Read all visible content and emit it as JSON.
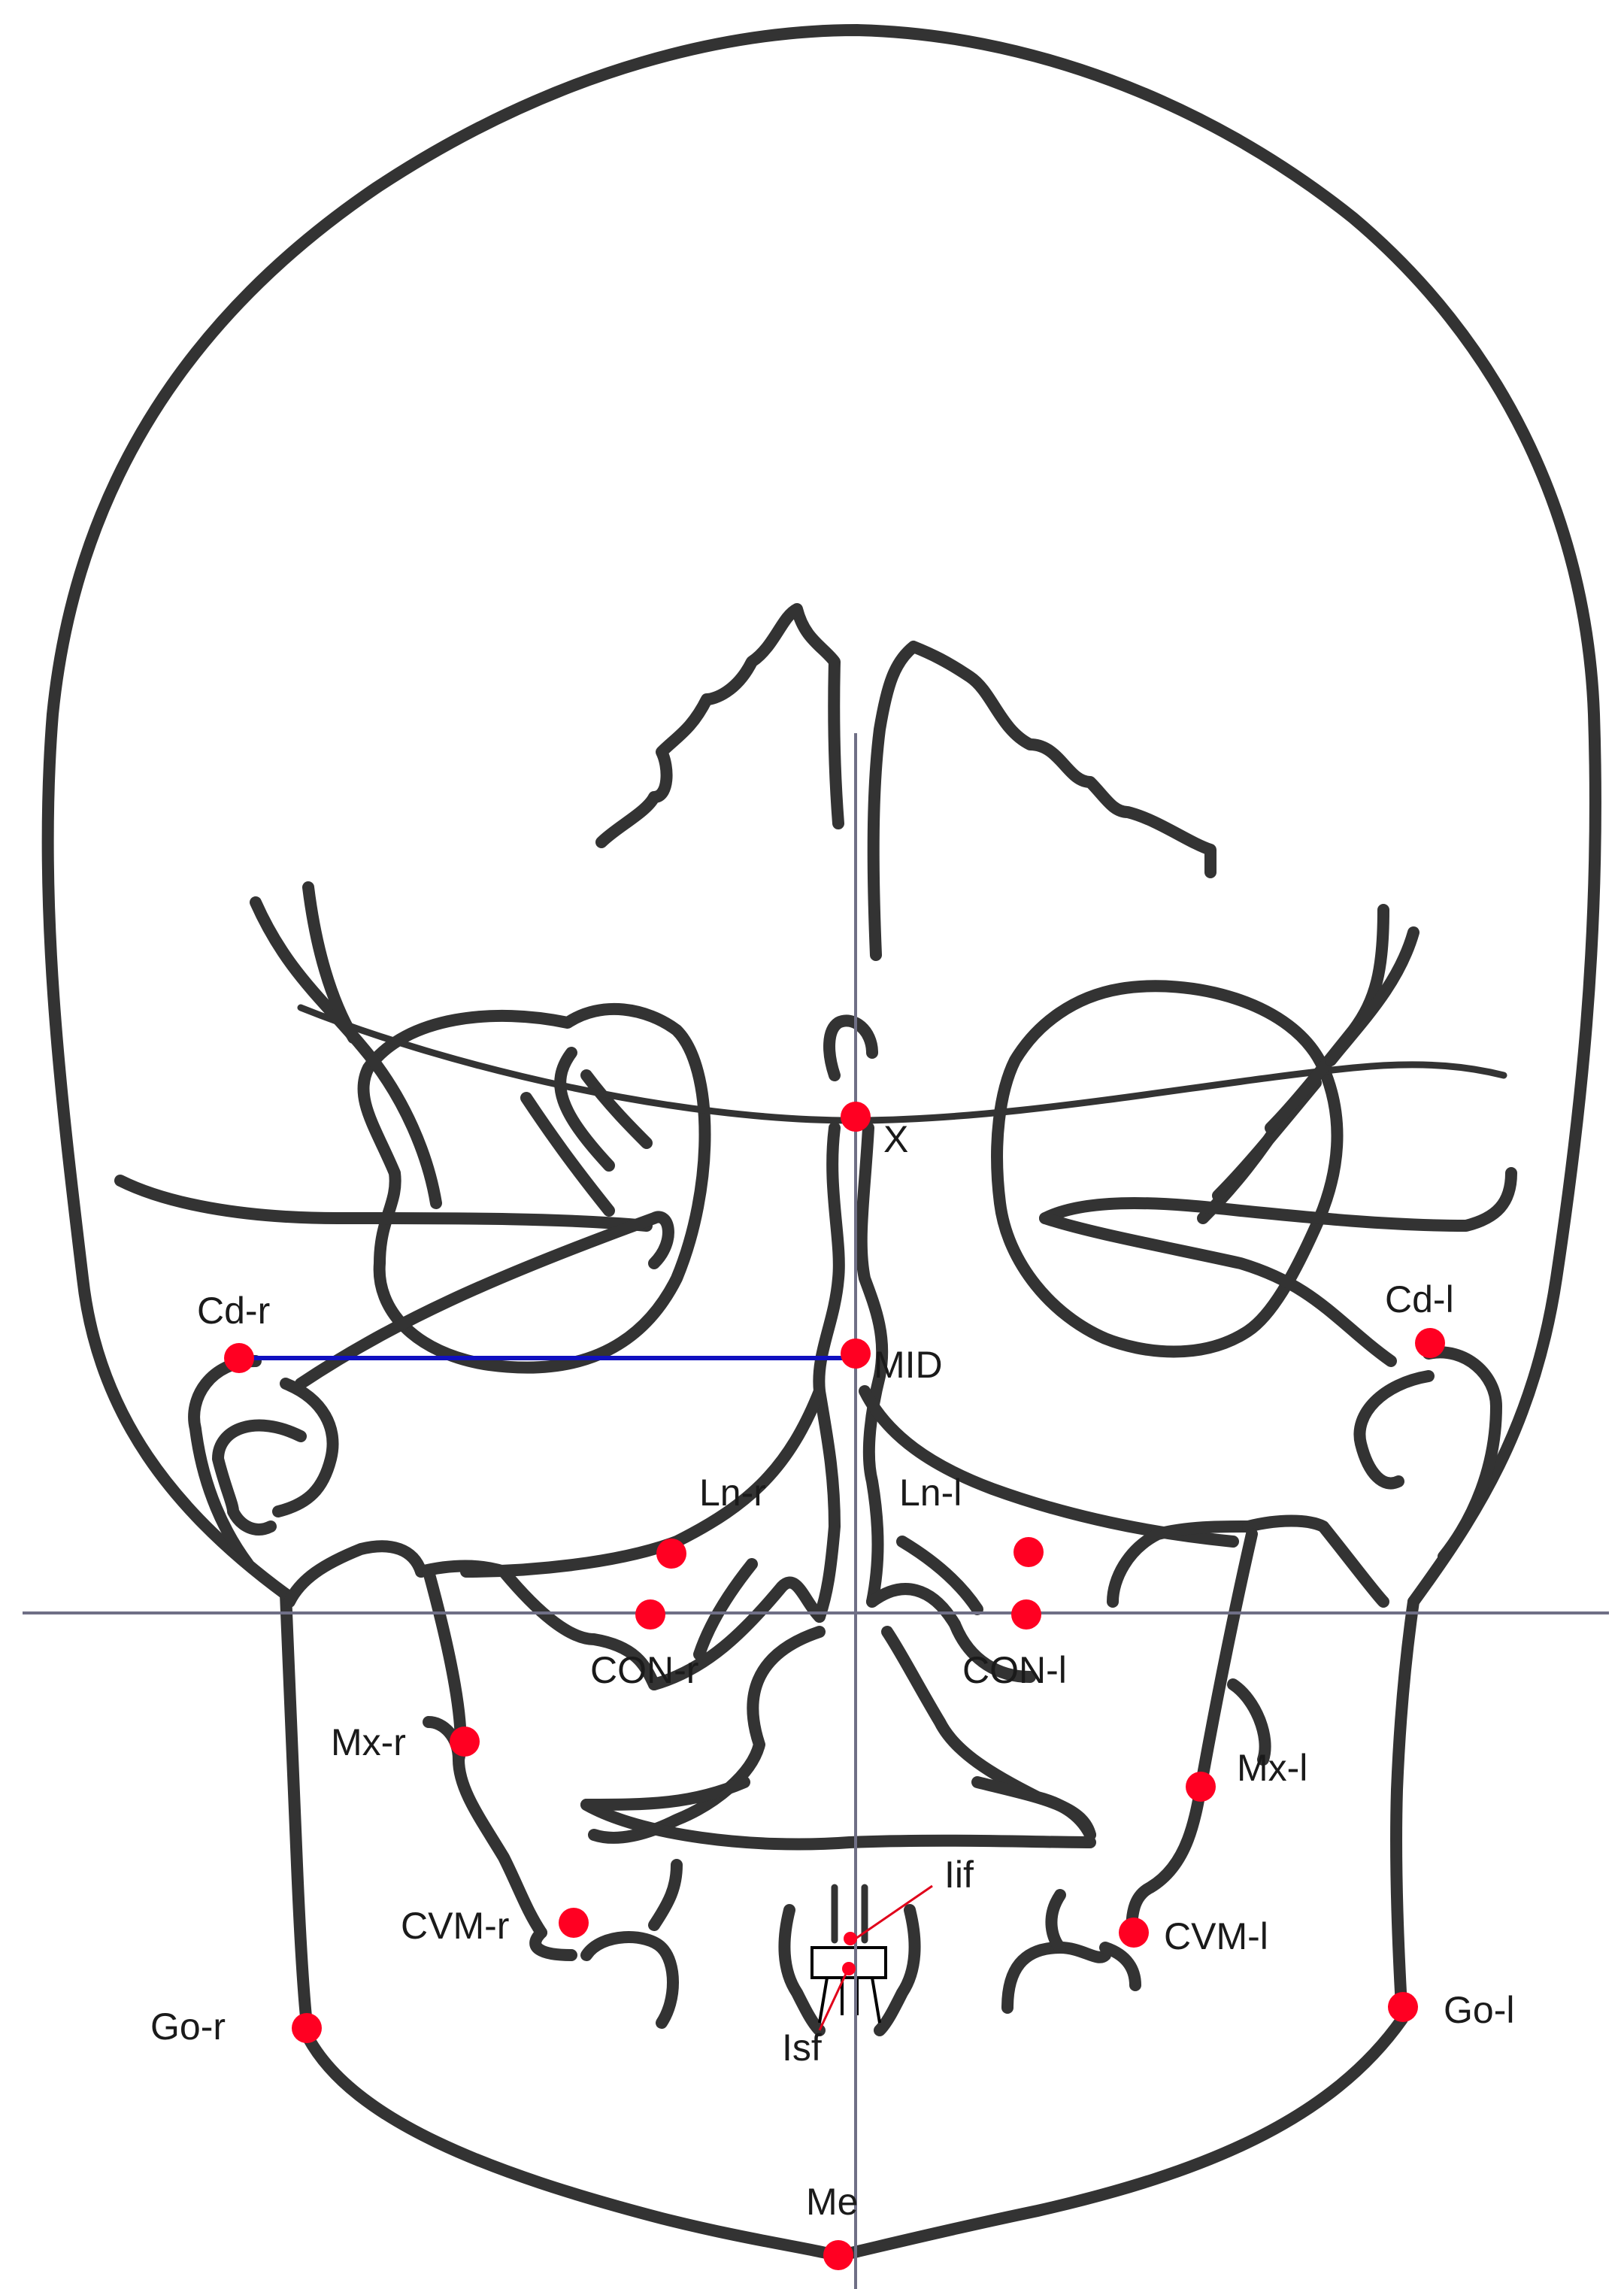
{
  "colors": {
    "landmark": "#ff0022",
    "bone_outline": "#333333",
    "reference_lines": "#6f6f86",
    "measurement_line": "#1010c0"
  },
  "landmarks": [
    {
      "id": "X",
      "label": "X"
    },
    {
      "id": "MID",
      "label": "MID"
    },
    {
      "id": "Cd-r",
      "label": "Cd-r"
    },
    {
      "id": "Cd-l",
      "label": "Cd-l"
    },
    {
      "id": "Ln-r",
      "label": "Ln-r"
    },
    {
      "id": "Ln-l",
      "label": "Ln-l"
    },
    {
      "id": "CON-r",
      "label": "CON-r"
    },
    {
      "id": "CON-l",
      "label": "CON-l"
    },
    {
      "id": "Mx-r",
      "label": "Mx-r"
    },
    {
      "id": "Mx-l",
      "label": "Mx-l"
    },
    {
      "id": "CVM-r",
      "label": "CVM-r"
    },
    {
      "id": "CVM-l",
      "label": "CVM-l"
    },
    {
      "id": "Iif",
      "label": "Iif"
    },
    {
      "id": "Isf",
      "label": "Isf"
    },
    {
      "id": "Go-r",
      "label": "Go-r"
    },
    {
      "id": "Go-l",
      "label": "Go-l"
    },
    {
      "id": "Me",
      "label": "Me"
    }
  ]
}
